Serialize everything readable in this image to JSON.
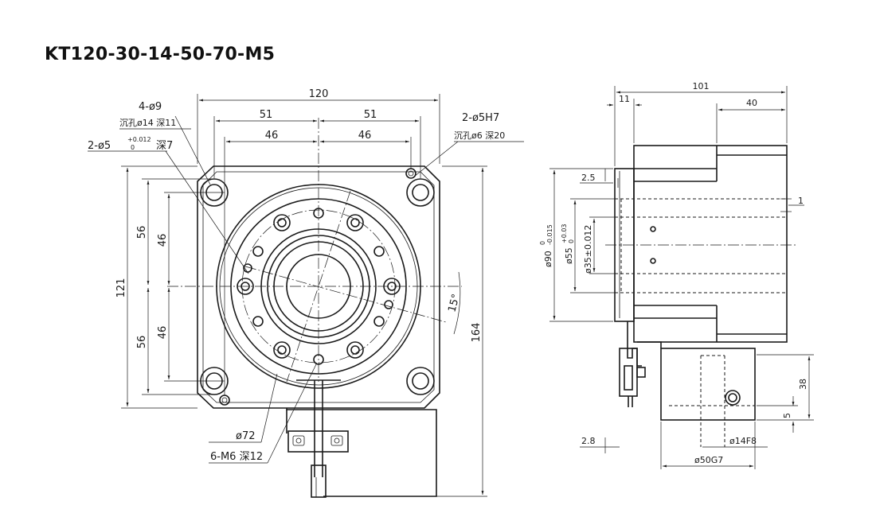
{
  "title": "KT120-30-14-50-70-M5",
  "front_view": {
    "dims": {
      "width_120": "120",
      "left_51": "51",
      "right_51": "51",
      "left_46": "46",
      "right_46": "46",
      "height_121": "121",
      "upper_56": "56",
      "upper_46": "46",
      "lower_46": "46",
      "lower_56": "56",
      "height_164": "164",
      "angle_15": "15°"
    },
    "callouts": {
      "holes_4": "4-ø9",
      "holes_4_cb": "沉孔ø14 深11",
      "pin_2": "2-ø5",
      "pin_2_upper": "+0.012",
      "pin_2_lower": "0",
      "pin_2_depth": "深7",
      "pin_right": "2-ø5H7",
      "pin_right_cb": "沉孔ø6 深20",
      "pcd": "ø72",
      "thread": "6-M6 深12"
    }
  },
  "side_view": {
    "dims": {
      "length_101": "101",
      "off_11": "11",
      "len_40": "40",
      "gap_2_5": "2.5",
      "gap_1": "1",
      "dia_90": "ø90",
      "dia_90_upper": "0",
      "dia_90_lower": "-0.015",
      "dia_55": "ø55",
      "dia_55_upper": "+0.03",
      "dia_55_lower": "0",
      "dia_35": "ø35±0.012",
      "gap_2_8": "2.8",
      "h_38": "38",
      "h_5": "5",
      "shaft_14": "ø14F8",
      "shaft_50": "ø50G7"
    }
  }
}
